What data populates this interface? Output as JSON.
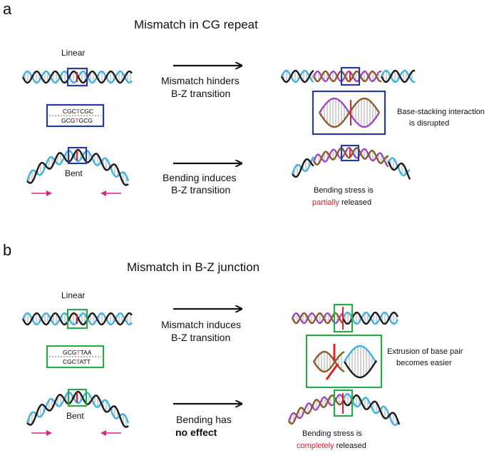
{
  "panel_a": {
    "letter": "a",
    "title": "Mismatch in CG repeat",
    "linear_label": "Linear",
    "bent_label": "Bent",
    "seq_top": {
      "pre": "CGC",
      "mis": "T",
      "post": "CGC"
    },
    "seq_bottom": {
      "pre": "GCG",
      "mis": "T",
      "post": "GCG"
    },
    "arrow1_line1": "Mismatch hinders",
    "arrow1_line2": "B-Z transition",
    "arrow2_line1": "Bending induces",
    "arrow2_line2": "B-Z transition",
    "result1_line1": "Base-stacking interaction",
    "result1_line2": "is disrupted",
    "result2_line1": "Bending stress is",
    "result2_highlight": "partially",
    "result2_rest": " released"
  },
  "panel_b": {
    "letter": "b",
    "title": "Mismatch in B-Z junction",
    "linear_label": "Linear",
    "bent_label": "Bent",
    "seq_top": {
      "pre": "GCG",
      "mis": "T",
      "post": "TAA"
    },
    "seq_bottom": {
      "pre": "CGC",
      "mis": "T",
      "post": "ATT"
    },
    "arrow1_line1": "Mismatch induces",
    "arrow1_line2": "B-Z transition",
    "arrow2_line1": "Bending has",
    "arrow2_line2": "no effect",
    "result1_line1": "Extrusion of base pair",
    "result1_line2": "becomes easier",
    "result2_line1": "Bending stress is",
    "result2_highlight": "completely",
    "result2_rest": " released"
  },
  "colors": {
    "strand_dark": "#1a1a1a",
    "strand_light": "#3fb2e3",
    "z_strand_brown": "#8a5a2b",
    "z_strand_purple": "#9a3fbf",
    "box_blue": "#283a9c",
    "box_green": "#2aa84a",
    "mismatch_red": "#e0202a",
    "force_pink": "#e0228e"
  }
}
